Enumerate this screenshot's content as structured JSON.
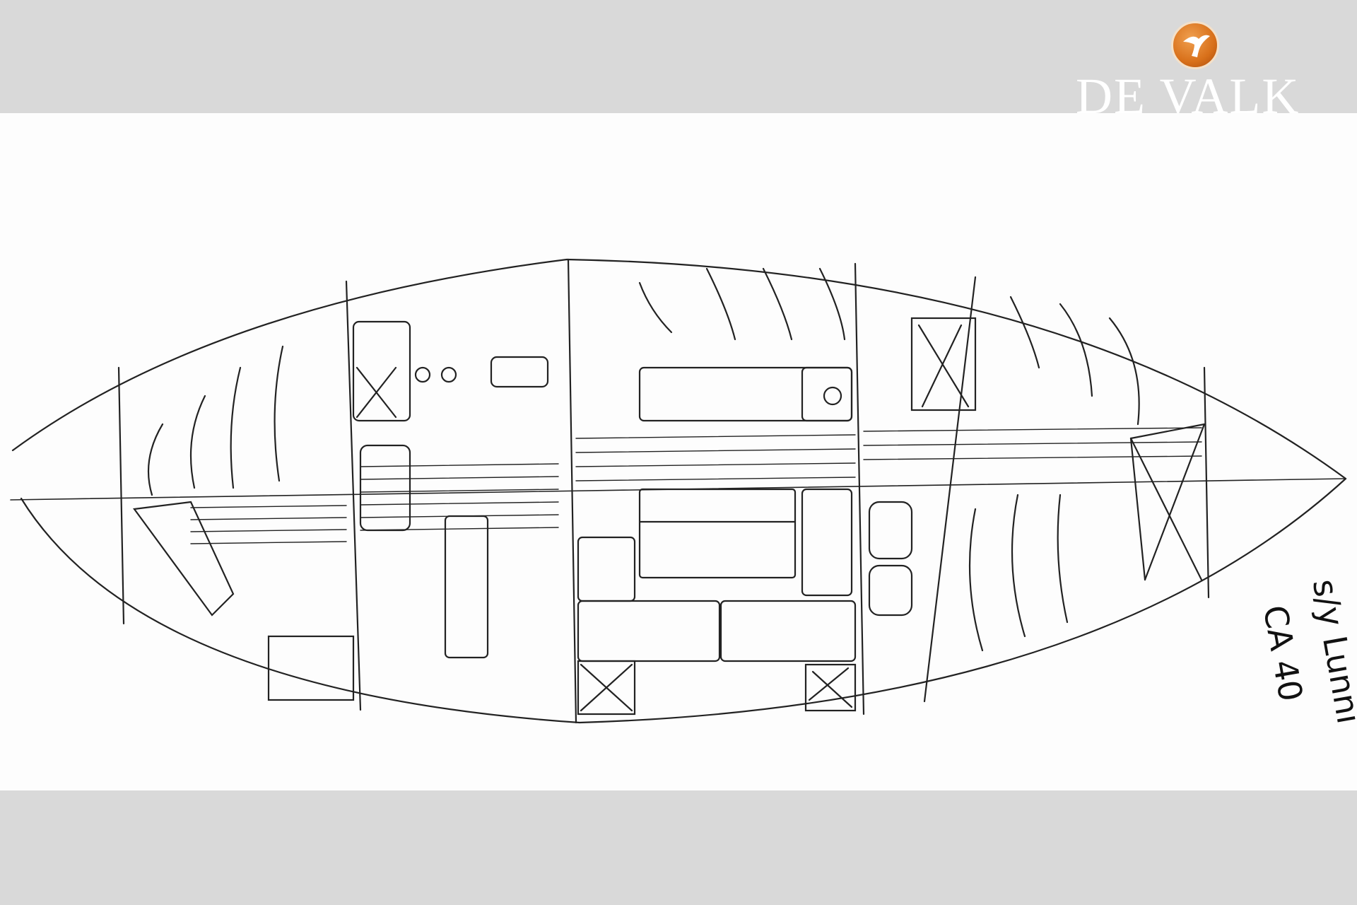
{
  "brand": {
    "name": "DE VALK",
    "accent": "#d8701a"
  },
  "drawing": {
    "title": "Interior layout sketch",
    "handwriting": {
      "line1": "s/y Lunni",
      "line2": "CA 40"
    }
  }
}
